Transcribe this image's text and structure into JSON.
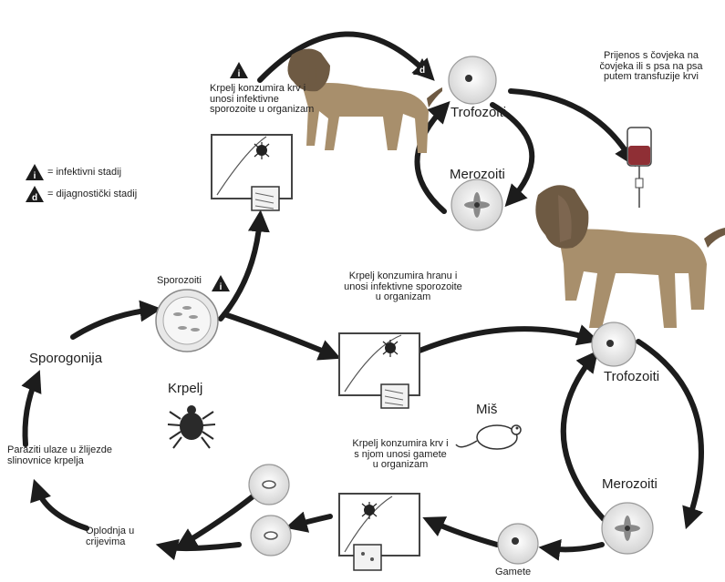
{
  "legend": {
    "infective_symbol": "i",
    "infective_text": "= infektivni stadij",
    "diagnostic_symbol": "d",
    "diagnostic_text": "= dijagnostički stadij"
  },
  "labels": {
    "tick_feeds_top": "Krpelj konzumira krv i unosi infektivne sporozoite u organizam",
    "trofozoiti_top": "Trofozoiti",
    "merozoiti_top": "Merozoiti",
    "transfusion": "Prijenos s čovjeka na čovjeka ili s psa na psa putem transfuzije krvi",
    "sporozoiti": "Sporozoiti",
    "sporogonija": "Sporogonija",
    "krpelj": "Krpelj",
    "tick_feeds_mid": "Krpelj konzumira hranu i unosi infektivne sporozoite u organizam",
    "trofozoiti_right": "Trofozoiti",
    "merozoiti_right": "Merozoiti",
    "mis": "Miš",
    "tick_feeds_gametes": "Krpelj konzumira krv i s njom unosi gamete u organizam",
    "paraziti": "Paraziti ulaze u žlijezde slinovnice krpelja",
    "oplodnja": "Oplodnja u crijevima",
    "gamete": "Gamete"
  },
  "colors": {
    "arrow": "#1c1c1c",
    "dog_body": "#a88f6c",
    "dog_dark": "#6e5a43",
    "blood": "#8f2f35",
    "cell": "#ececec"
  }
}
